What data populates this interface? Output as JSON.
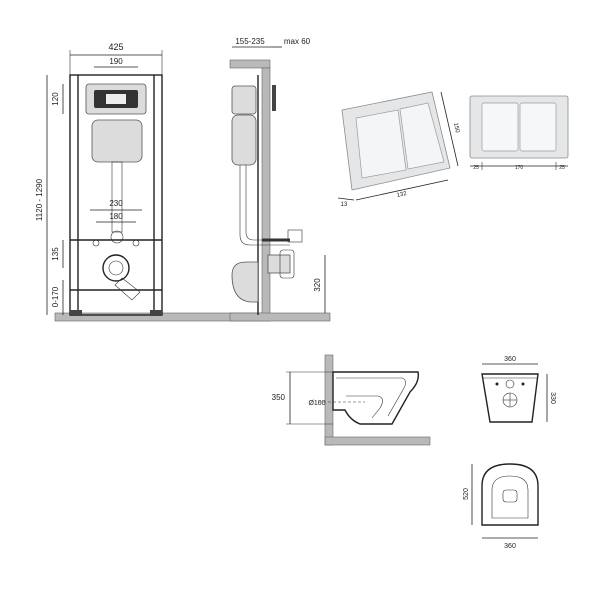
{
  "front_view": {
    "total_width": "425",
    "top_width": "190",
    "head_height": "120",
    "frame_height": "1120 - 1290",
    "pipe_spacing_outer": "230",
    "pipe_spacing_inner": "180",
    "drain_offset": "135",
    "foot_adjust": "0-170"
  },
  "side_view": {
    "wall_depth": "155-235",
    "max_depth": "max 60",
    "drain_height": "320"
  },
  "flush_panel_angled": {
    "height": "150",
    "width": "132",
    "thickness": "13"
  },
  "flush_panel_front": {
    "side_left": "25",
    "center": "170",
    "side_right": "25"
  },
  "bowl_side": {
    "height": "350",
    "pipe_diameter": "Ø100"
  },
  "bowl_front": {
    "width": "360",
    "height": "330"
  },
  "bowl_top": {
    "length": "520",
    "width": "360"
  }
}
